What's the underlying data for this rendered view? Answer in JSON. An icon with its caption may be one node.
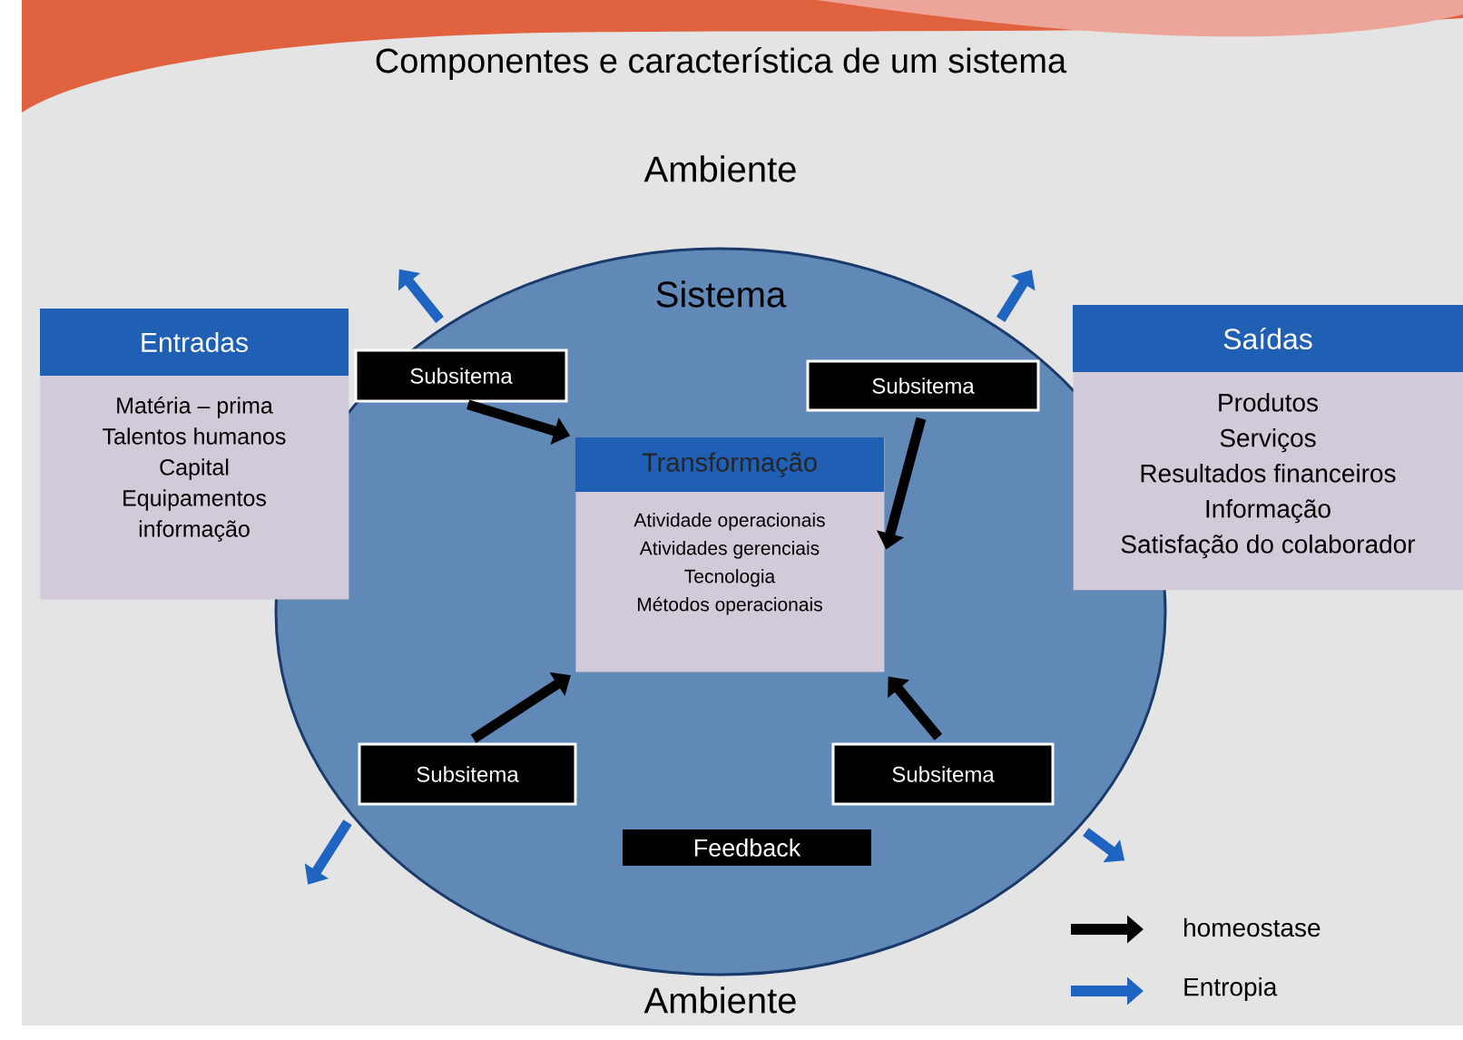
{
  "diagram": {
    "title": "Componentes e característica de um sistema",
    "nodes": [
      {
        "text": [
          "Sistema"
        ]
      },
      {
        "text": [
          "Entradas",
          "Matéria – prima",
          "Talentos humanos",
          "Capital",
          "Equipamentos",
          "informação"
        ]
      },
      {
        "text": [
          "Saídas",
          "Produtos",
          "Serviços",
          "Resultados financeiros",
          "Informação",
          "Satisfação do colaborador"
        ]
      },
      {
        "text": [
          "Subsitema"
        ],
        "in": 0
      },
      {
        "text": [
          "Subsitema"
        ],
        "in": 0
      },
      {
        "text": [
          "Transformação",
          "Atividade operacionais",
          "Atividades gerenciais",
          "Tecnologia",
          "Métodos operacionais"
        ],
        "in": 0
      },
      {
        "text": [
          "Subsitema"
        ],
        "in": 0
      },
      {
        "text": [
          "Subsitema"
        ],
        "in": 0
      },
      {
        "text": [
          "Feedback"
        ],
        "in": 0
      }
    ],
    "edges": [
      {
        "from": 3,
        "to": 5,
        "arrow": "to",
        "color": "#000000"
      },
      {
        "from": 4,
        "to": 5,
        "arrow": "to",
        "color": "#000000"
      },
      {
        "from": 6,
        "to": 5,
        "arrow": "to",
        "color": "#000000"
      },
      {
        "from": 7,
        "to": 5,
        "arrow": "to",
        "color": "#000000"
      },
      {
        "from": 0,
        "to": null,
        "arrow": "to",
        "color": "#1f64c0"
      },
      {
        "from": 0,
        "to": null,
        "arrow": "to",
        "color": "#1f64c0"
      },
      {
        "from": 0,
        "to": null,
        "arrow": "to",
        "color": "#1f64c0"
      },
      {
        "from": 0,
        "to": null,
        "arrow": "to",
        "color": "#1f64c0"
      }
    ],
    "labels": [
      "Ambiente",
      "Ambiente"
    ],
    "legend": [
      {
        "text": "homeostase"
      },
      {
        "text": "Entropia"
      }
    ]
  }
}
